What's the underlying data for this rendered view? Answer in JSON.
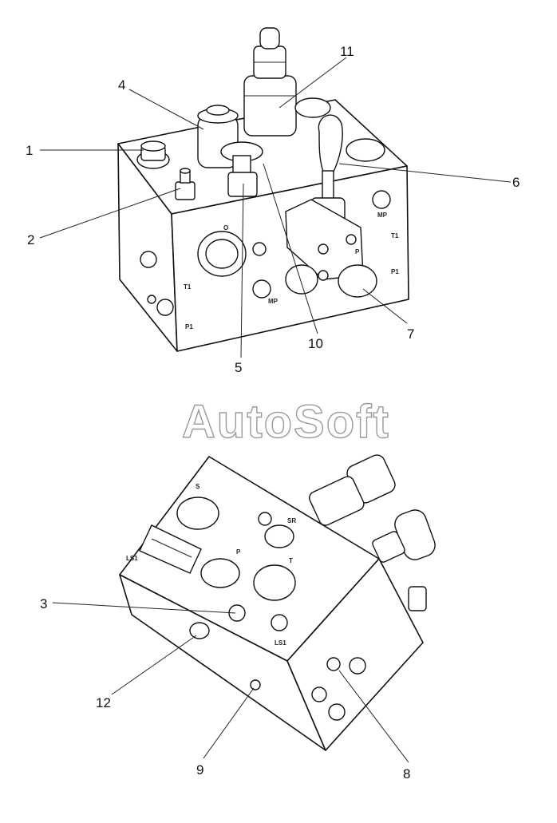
{
  "watermark": "AutoSoft",
  "callouts": {
    "c1": "1",
    "c2": "2",
    "c3": "3",
    "c4": "4",
    "c5": "5",
    "c6": "6",
    "c7": "7",
    "c8": "8",
    "c9": "9",
    "c10": "10",
    "c11": "11",
    "c12": "12"
  },
  "port_marks": {
    "upper": {
      "o": "O",
      "mp_right": "MP",
      "t1_right": "T1",
      "p1_right": "P1",
      "p_valve": "P",
      "t1_left": "T1",
      "mp_front": "MP",
      "p1_left": "P1"
    },
    "lower": {
      "s": "S",
      "sr": "SR",
      "p": "P",
      "t": "T",
      "ls1_left": "LS1",
      "ls1_right": "LS1"
    }
  },
  "colors": {
    "line": "#111111",
    "watermark": "#9a9a9a"
  }
}
